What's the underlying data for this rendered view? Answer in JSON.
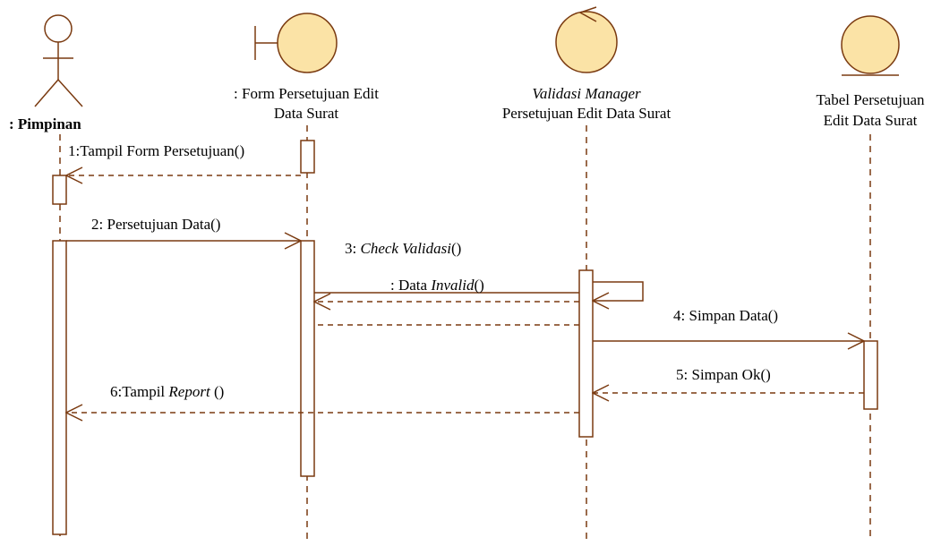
{
  "colors": {
    "line": "#7a3a10",
    "fill": "#fbe3a6",
    "text": "#000000"
  },
  "participants": [
    {
      "type": "actor",
      "label": ": Pimpinan"
    },
    {
      "type": "boundary",
      "label_line1": ": Form Persetujuan Edit",
      "label_line2": "Data Surat"
    },
    {
      "type": "control",
      "label_line1": "Validasi Manager",
      "label_line2": "Persetujuan Edit Data Surat"
    },
    {
      "type": "entity",
      "label_line1": "Tabel Persetujuan",
      "label_line2": "Edit Data Surat"
    }
  ],
  "messages": [
    {
      "num": "1:",
      "text": "Tampil Form Persetujuan()"
    },
    {
      "num": "2:",
      "text": " Persetujuan Data()"
    },
    {
      "num": "3: ",
      "text_italic": "Check Validasi",
      "suffix": "()"
    },
    {
      "num": ": Data ",
      "text_italic": "Invalid",
      "suffix": "()"
    },
    {
      "num": "4:",
      "text": " Simpan Data()"
    },
    {
      "num": "5:",
      "text": " Simpan Ok()"
    },
    {
      "num": "6:",
      "text": "Tampil ",
      "text_italic": "Report",
      "suffix": " ()"
    }
  ]
}
